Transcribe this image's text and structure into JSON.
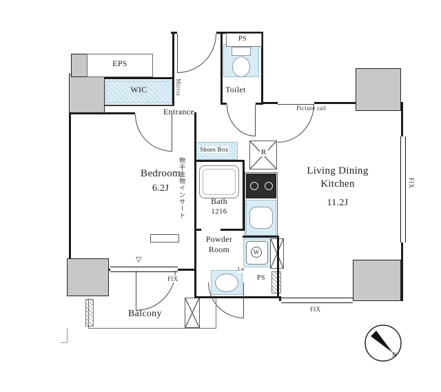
{
  "floorplan": {
    "rooms": {
      "bedroom": {
        "name": "Bedroom",
        "size": "6.2J"
      },
      "ldk": {
        "line1": "Living Dining",
        "line2": "Kitchen",
        "size": "11.2J"
      },
      "bath": {
        "name": "Bath",
        "size": "1216"
      },
      "powder": {
        "line1": "Powder",
        "line2": "Room"
      },
      "toilet": {
        "name": "Toilet"
      },
      "entrance": {
        "name": "Entrance"
      },
      "wic": {
        "name": "WIC"
      },
      "eps": {
        "name": "EPS"
      },
      "balcony": {
        "name": "Balcony"
      }
    },
    "fixtures": {
      "shoes_box": "Shoes Box",
      "fridge": "R",
      "washer": "W",
      "linen": "Ln",
      "mirror": "Mirror",
      "ps_top": "PS",
      "ps_bottom": "PS",
      "picture_rail": "Picture rail",
      "laundry_hardware": "物干金物インサート"
    },
    "windows": {
      "fix_right": "FIX",
      "fix_bottom": "FIX",
      "fix_bedroom": "FIX"
    },
    "markers": {
      "level": "▽",
      "north": "N"
    }
  },
  "colors": {
    "wall": "#1b1b1b",
    "column_gray": "#c8c8c8",
    "fixture_blue": "#d9ebf4",
    "hatch_blue": "#b8d8e8"
  }
}
